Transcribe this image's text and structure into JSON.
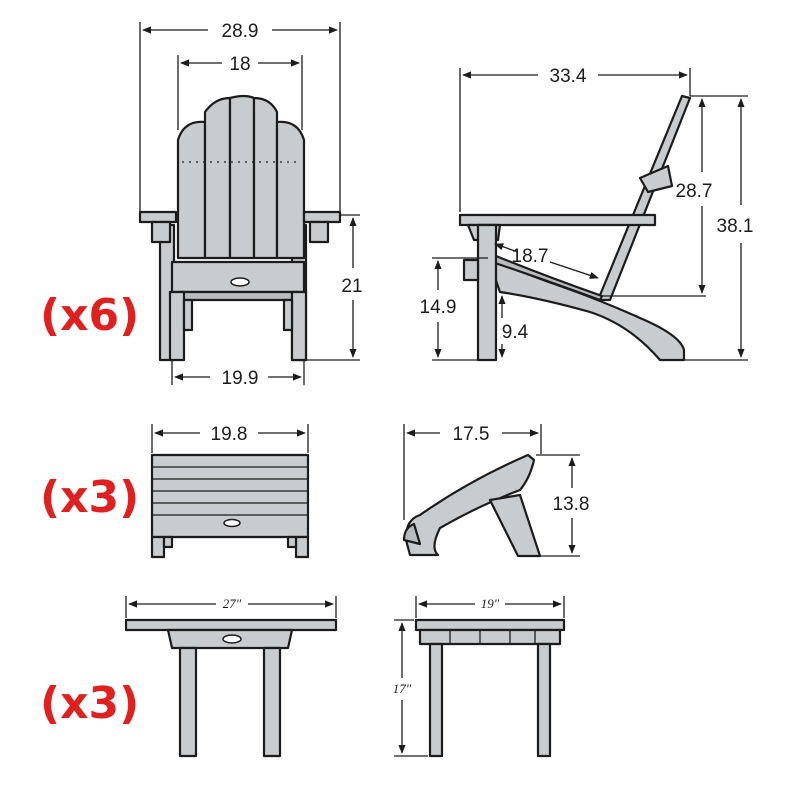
{
  "colors": {
    "quantity": "#e0201f",
    "furniture": "#c9ccce",
    "outline": "#1c1c1c"
  },
  "chair": {
    "quantity": "(x6)",
    "front": {
      "overall_width": "28.9",
      "back_width": "18",
      "seat_width": "19.9",
      "arm_height": "21"
    },
    "side": {
      "depth": "33.4",
      "back_height": "28.7",
      "total_height": "38.1",
      "seat_depth": "18.7",
      "seat_height": "14.9",
      "seat_front_height": "9.4"
    }
  },
  "ottoman": {
    "quantity": "(x3)",
    "front": {
      "width": "19.8"
    },
    "side": {
      "depth": "17.5",
      "height": "13.8"
    }
  },
  "table": {
    "quantity": "(x3)",
    "front": {
      "width": "27″"
    },
    "side": {
      "depth": "19″",
      "height": "17″"
    }
  }
}
